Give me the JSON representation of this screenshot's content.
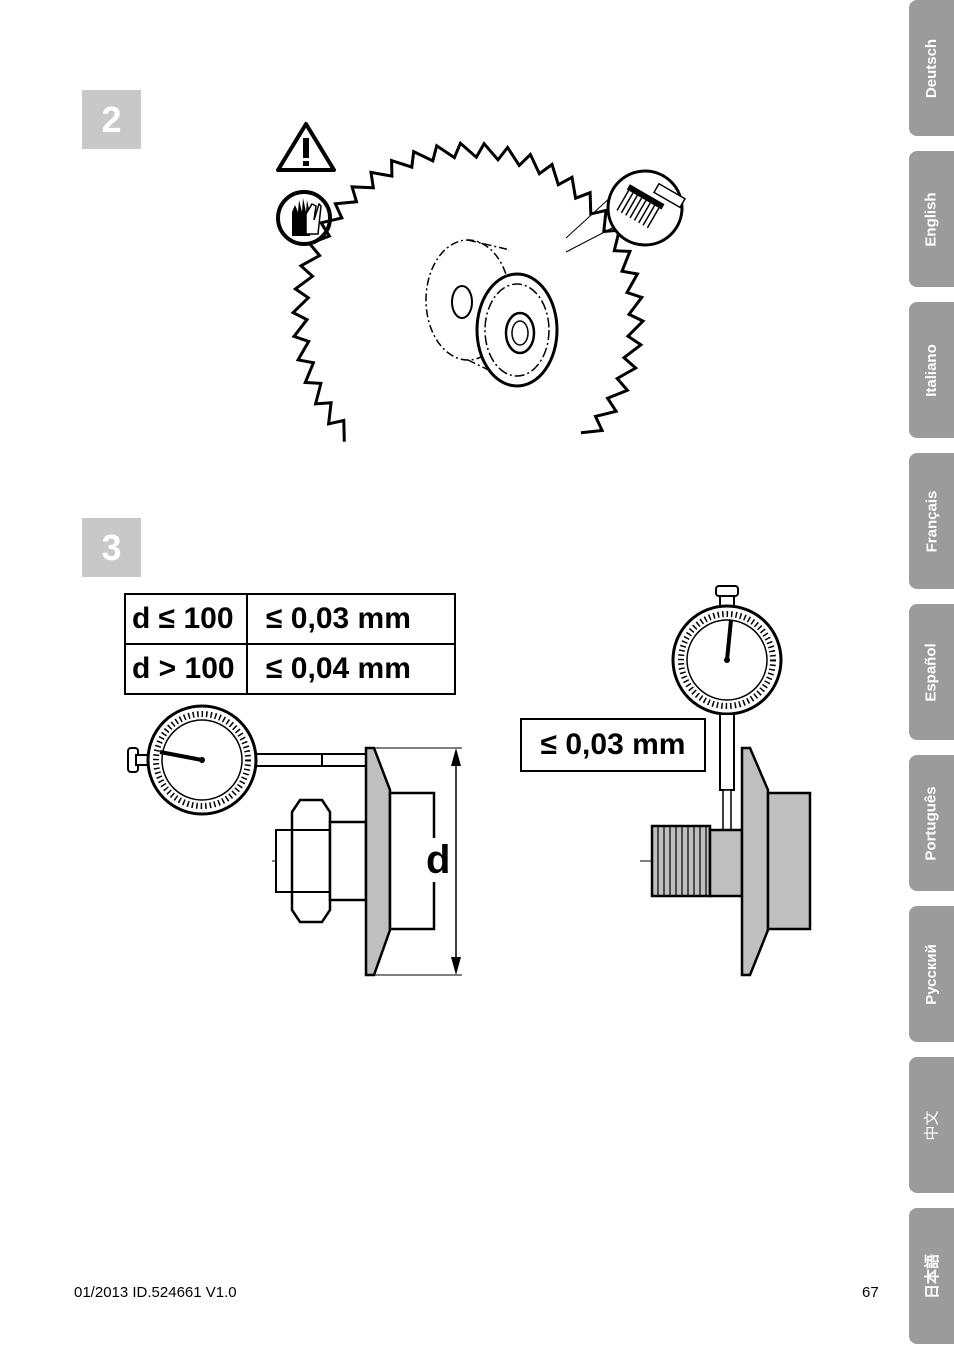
{
  "steps": [
    "2",
    "3"
  ],
  "spec_table": [
    {
      "condition": "d ≤ 100",
      "tolerance": "≤ 0,03 mm"
    },
    {
      "condition": "d > 100",
      "tolerance": "≤ 0,04 mm"
    }
  ],
  "dimension_label": "d",
  "axial_tolerance": "≤ 0,03 mm",
  "language_tabs": [
    "Deutsch",
    "English",
    "Italiano",
    "Français",
    "Español",
    "Português",
    "Русский",
    "中文",
    "日本語"
  ],
  "footer": {
    "doc_id": "01/2013 ID.524661 V1.0",
    "page": "67"
  },
  "colors": {
    "step_box": "#c8c8c8",
    "tab": "#9b9b9b",
    "part_fill": "#bfbfbf"
  }
}
